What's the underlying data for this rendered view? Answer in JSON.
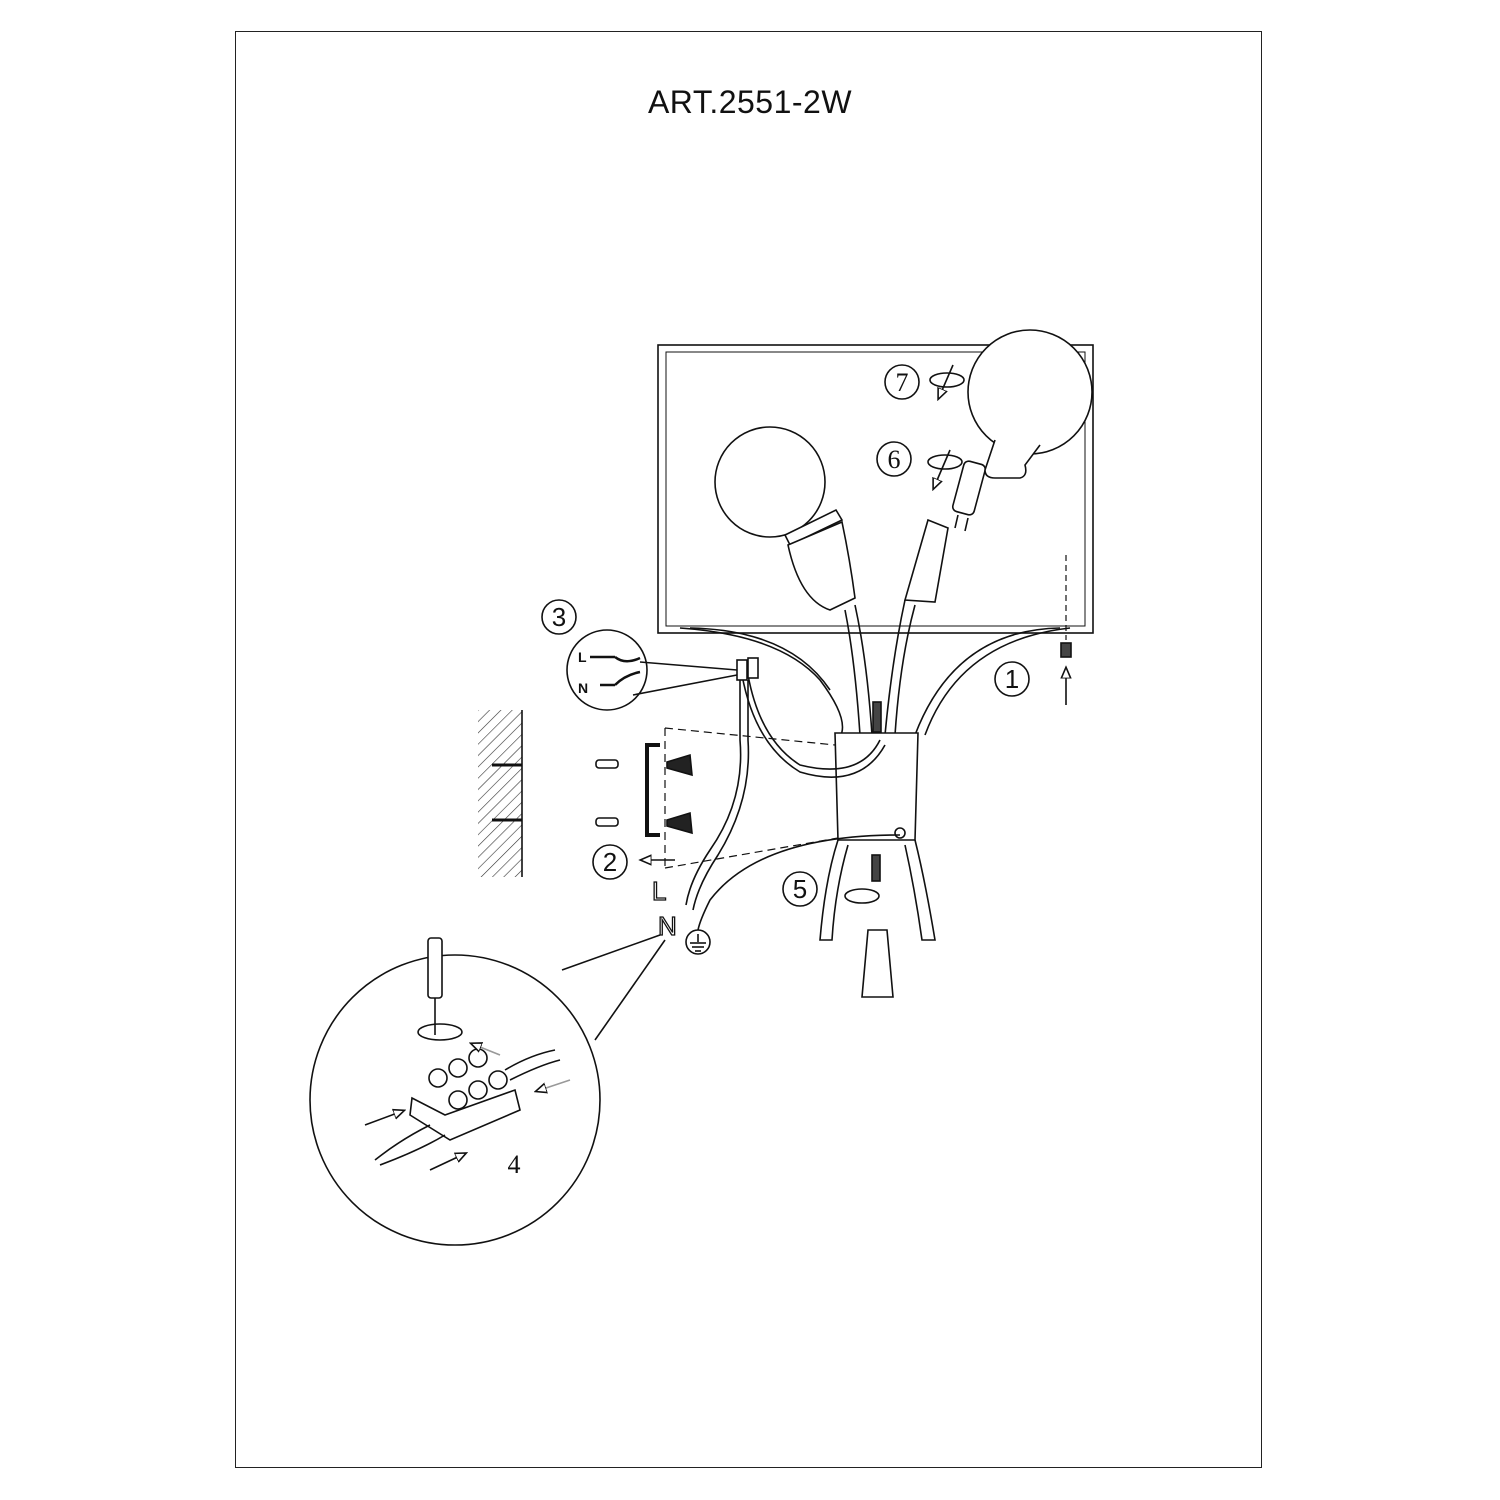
{
  "title": "ART.2551-2W",
  "steps": [
    "1",
    "2",
    "3",
    "4",
    "5",
    "6",
    "7"
  ],
  "wire_labels": {
    "live": "L",
    "neutral": "N"
  },
  "inset_labels": {
    "live": "L",
    "neutral": "N"
  },
  "ground_symbol": "ground-icon"
}
